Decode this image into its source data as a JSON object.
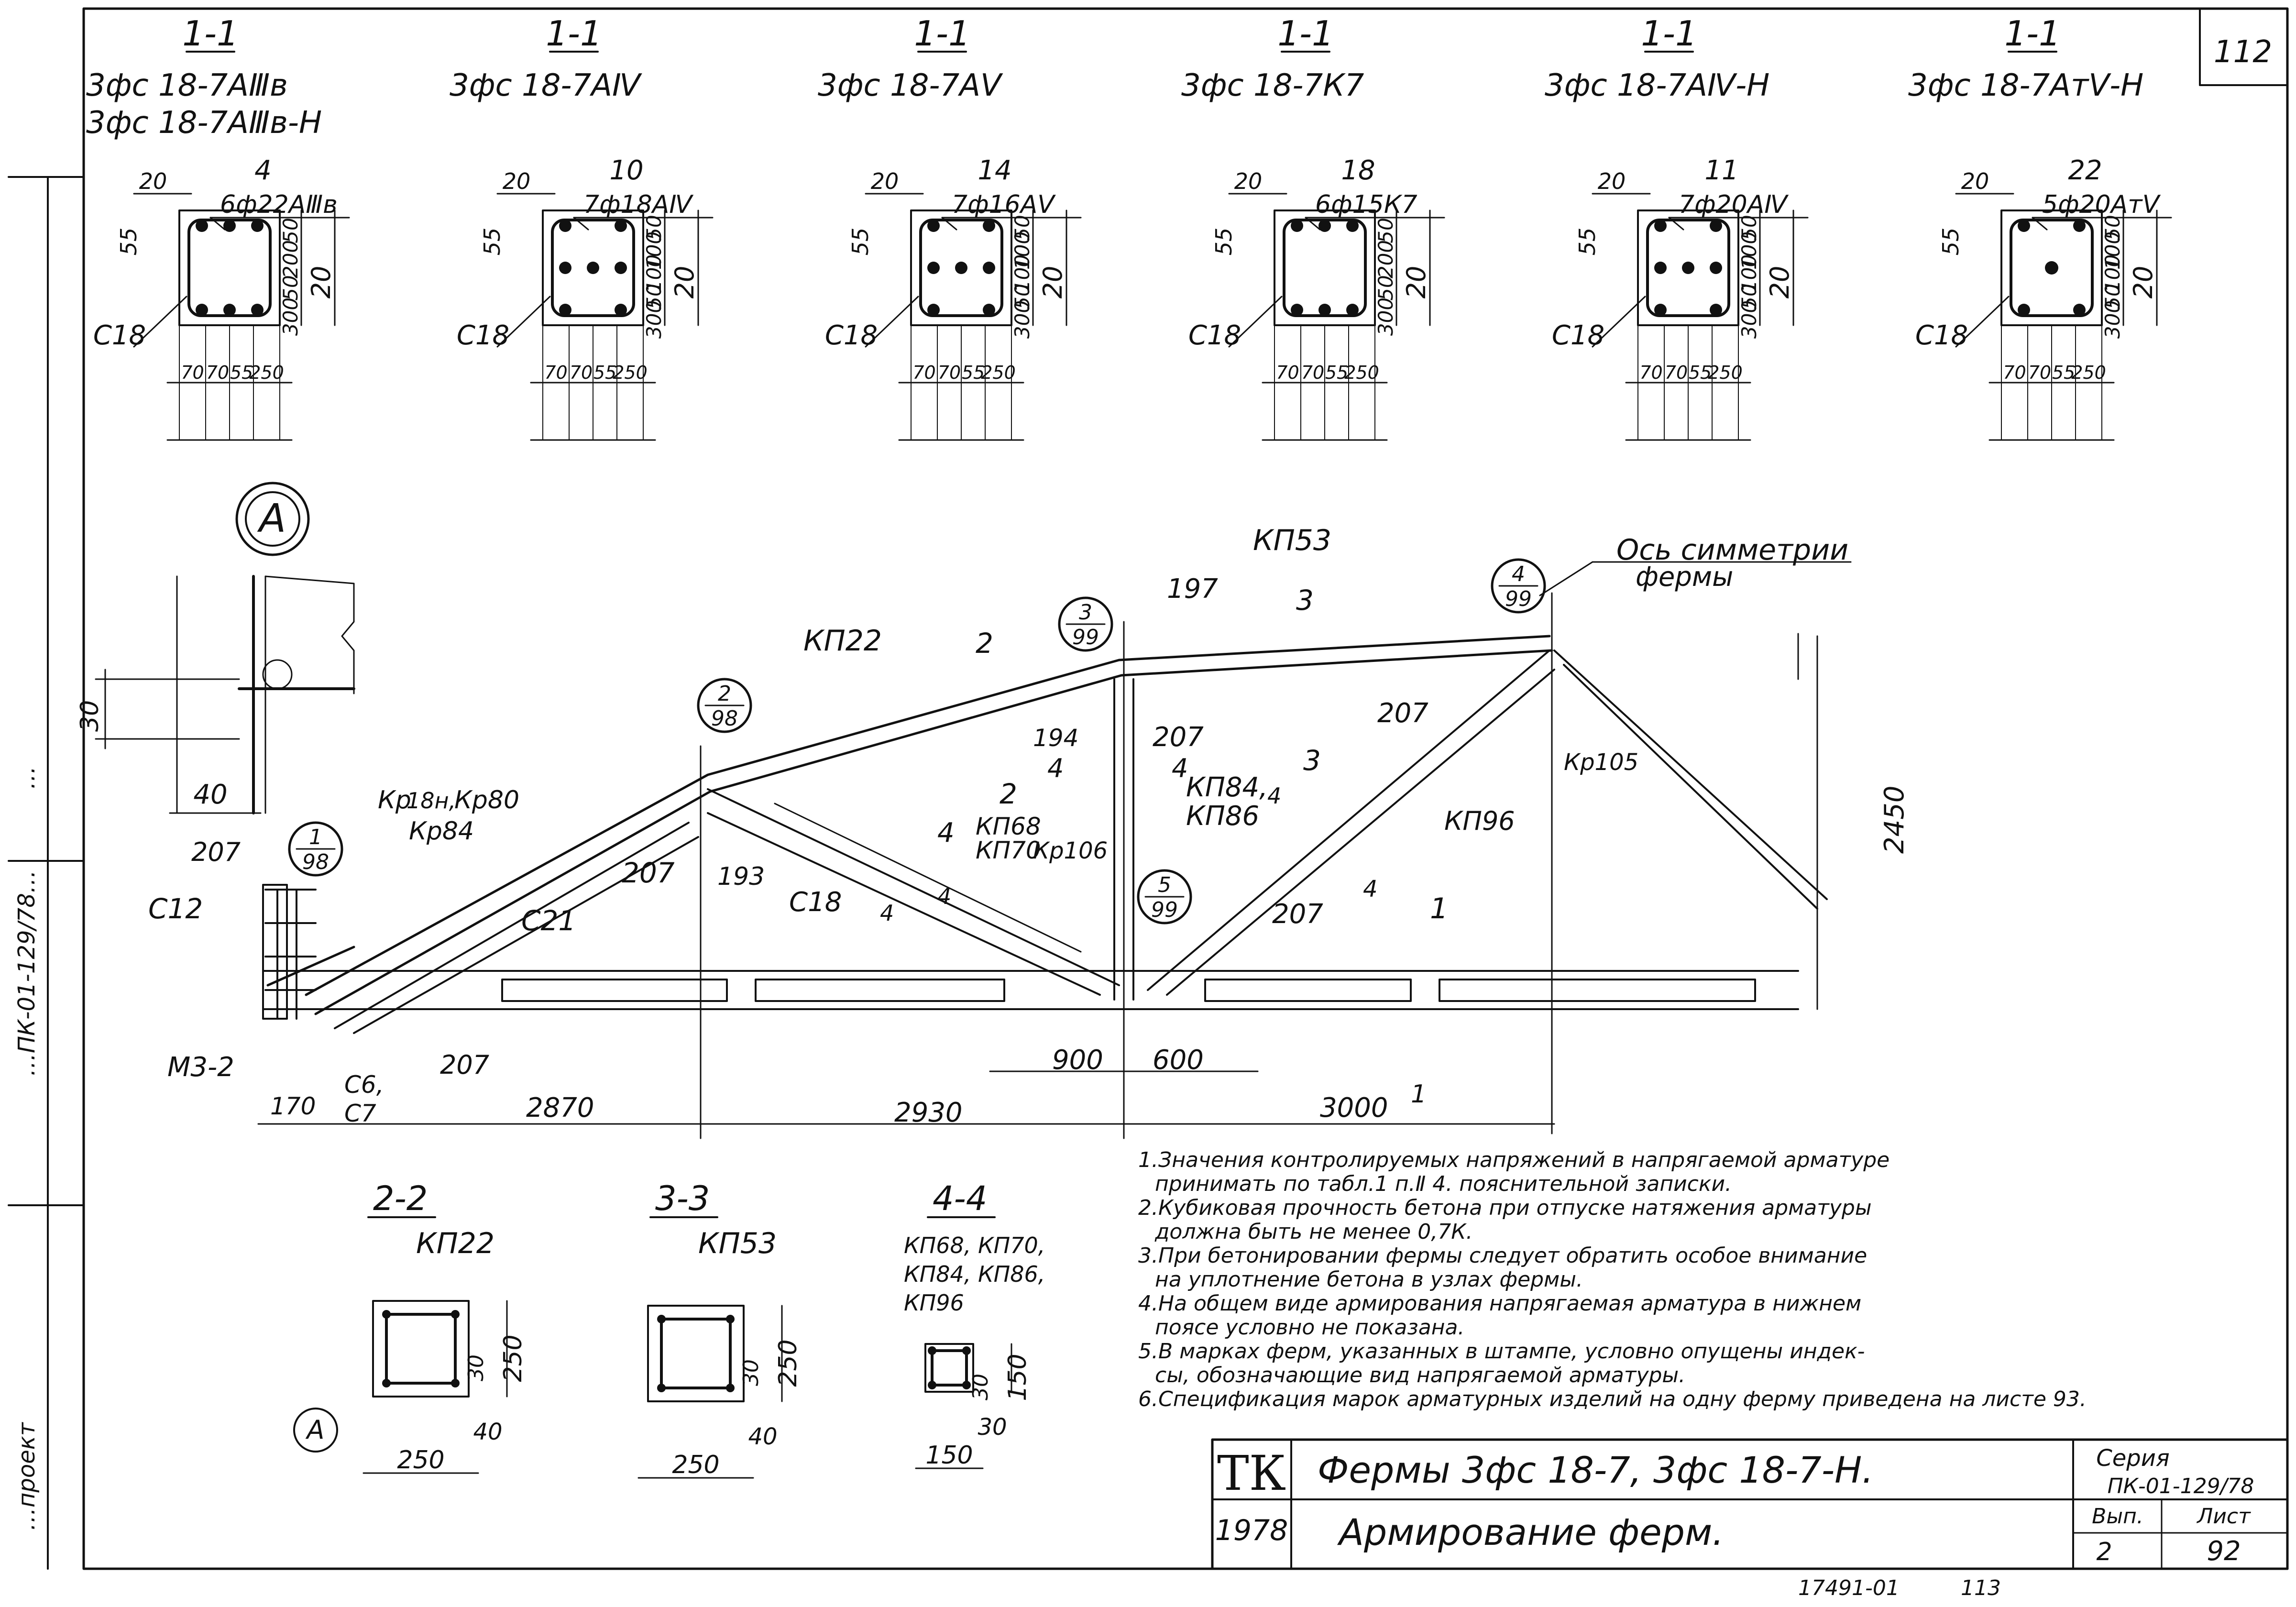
{
  "sheet_number": "112",
  "sections": [
    {
      "cut": "1-1",
      "marks": [
        "3фс 18-7АⅢв",
        "3фс 18-7АⅢв-Н"
      ],
      "bar_pos": "4",
      "bars": "6ф22АⅢв",
      "pattern": "6",
      "dims": [
        "50",
        "200",
        "50",
        "300",
        "20",
        "20",
        "55",
        "70",
        "70",
        "55",
        "250"
      ],
      "stirrup": "С18"
    },
    {
      "cut": "1-1",
      "marks": [
        "3фс 18-7АⅣ"
      ],
      "bar_pos": "10",
      "bars": "7ф18АⅣ",
      "pattern": "7",
      "dims": [
        "50",
        "100",
        "100",
        "50",
        "300",
        "20",
        "20",
        "55",
        "70",
        "70",
        "55",
        "250"
      ],
      "stirrup": "С18"
    },
    {
      "cut": "1-1",
      "marks": [
        "3фс 18-7АⅤ"
      ],
      "bar_pos": "14",
      "bars": "7ф16АⅤ",
      "pattern": "7",
      "dims": [
        "50",
        "100",
        "100",
        "50",
        "300",
        "20",
        "20",
        "55",
        "70",
        "70",
        "55",
        "250"
      ],
      "stirrup": "С18"
    },
    {
      "cut": "1-1",
      "marks": [
        "3фс 18-7К7"
      ],
      "bar_pos": "18",
      "bars": "6ф15К7",
      "pattern": "6",
      "dims": [
        "50",
        "200",
        "50",
        "300",
        "20",
        "20",
        "55",
        "70",
        "70",
        "55",
        "250"
      ],
      "stirrup": "С18"
    },
    {
      "cut": "1-1",
      "marks": [
        "3фс 18-7АⅣ-Н"
      ],
      "bar_pos": "11",
      "bars": "7ф20АⅣ",
      "pattern": "7",
      "dims": [
        "50",
        "100",
        "100",
        "50",
        "300",
        "20",
        "20",
        "55",
        "70",
        "70",
        "55",
        "250"
      ],
      "stirrup": "С18"
    },
    {
      "cut": "1-1",
      "marks": [
        "3фс 18-7АтⅤ-Н"
      ],
      "bar_pos": "22",
      "bars": "5ф20АтⅤ",
      "pattern": "5",
      "dims": [
        "50",
        "100",
        "100",
        "50",
        "300",
        "20",
        "20",
        "55",
        "70",
        "70",
        "55",
        "250"
      ],
      "stirrup": "С18"
    }
  ],
  "detail": {
    "circle_label": "A",
    "dim_30": "30",
    "dim_40": "40"
  },
  "truss": {
    "labels": [
      "КП53",
      "Ось симметрии",
      "фермы",
      "197",
      "КП22",
      "2",
      "3",
      "194",
      "207",
      "207",
      "3",
      "4",
      "4",
      "КП84,",
      "КП86",
      "Кр105",
      "2",
      "4",
      "КП96",
      "КП68",
      "КП70",
      "Кр106",
      "Кр",
      "18н,",
      "Кр80",
      "Кр84",
      "207",
      "207",
      "207",
      "193",
      "С18",
      "С21",
      "4",
      "С12",
      "М3-2",
      "С6,",
      "С7",
      "207",
      "4",
      "1",
      "170",
      "2870",
      "2930",
      "3000",
      "900",
      "600",
      "1",
      "2450",
      "4",
      "4"
    ],
    "refs": [
      {
        "num": "4",
        "den": "99"
      },
      {
        "num": "3",
        "den": "99"
      },
      {
        "num": "2",
        "den": "98"
      },
      {
        "num": "1",
        "den": "98"
      },
      {
        "num": "5",
        "den": "99"
      }
    ]
  },
  "small_sections": [
    {
      "cut": "2-2",
      "marks": [
        "КП22"
      ],
      "dims": [
        "30",
        "250",
        "40",
        "250"
      ],
      "circle_label": "A"
    },
    {
      "cut": "3-3",
      "marks": [
        "КП53"
      ],
      "dims": [
        "30",
        "250",
        "40",
        "250"
      ]
    },
    {
      "cut": "4-4",
      "marks": [
        "КП68, КП70,",
        "КП84, КП86,",
        "КП96"
      ],
      "dims": [
        "30",
        "150",
        "30",
        "150"
      ]
    }
  ],
  "notes": [
    "1.Значения контролируемых напряжений в напрягаемой арматуре",
    "принимать по табл.1 п.Ⅱ 4. пояснительной записки.",
    "2.Кубиковая прочность бетона при отпуске натяжения арматуры",
    "должна быть не менее 0,7К.",
    "3.При бетонировании фермы следует обратить особое внимание",
    "на уплотнение бетона в узлах фермы.",
    "4.На общем виде армирования напрягаемая арматура в нижнем",
    "поясе условно не показана.",
    "5.В марках ферм, указанных в штампе, условно опущены индек-",
    "сы, обозначающие вид напрягаемой арматуры.",
    "6.Спецификация марок арматурных изделий на одну ферму приведена на листе 93."
  ],
  "title_block": {
    "org": "ТК",
    "year": "1978",
    "title": "Фермы 3фс 18-7, 3фс 18-7-Н.",
    "subtitle": "Армирование ферм.",
    "series_label": "Серия",
    "series": "ПК-01-129/78",
    "issue_label": "Вып.",
    "issue": "2",
    "sheet_label": "Лист",
    "sheet": "92"
  },
  "side_labels": [
    "…проект",
    "…ПК-01-129/78…",
    "…"
  ],
  "bottom_stamp": [
    "17491-01",
    "113"
  ]
}
